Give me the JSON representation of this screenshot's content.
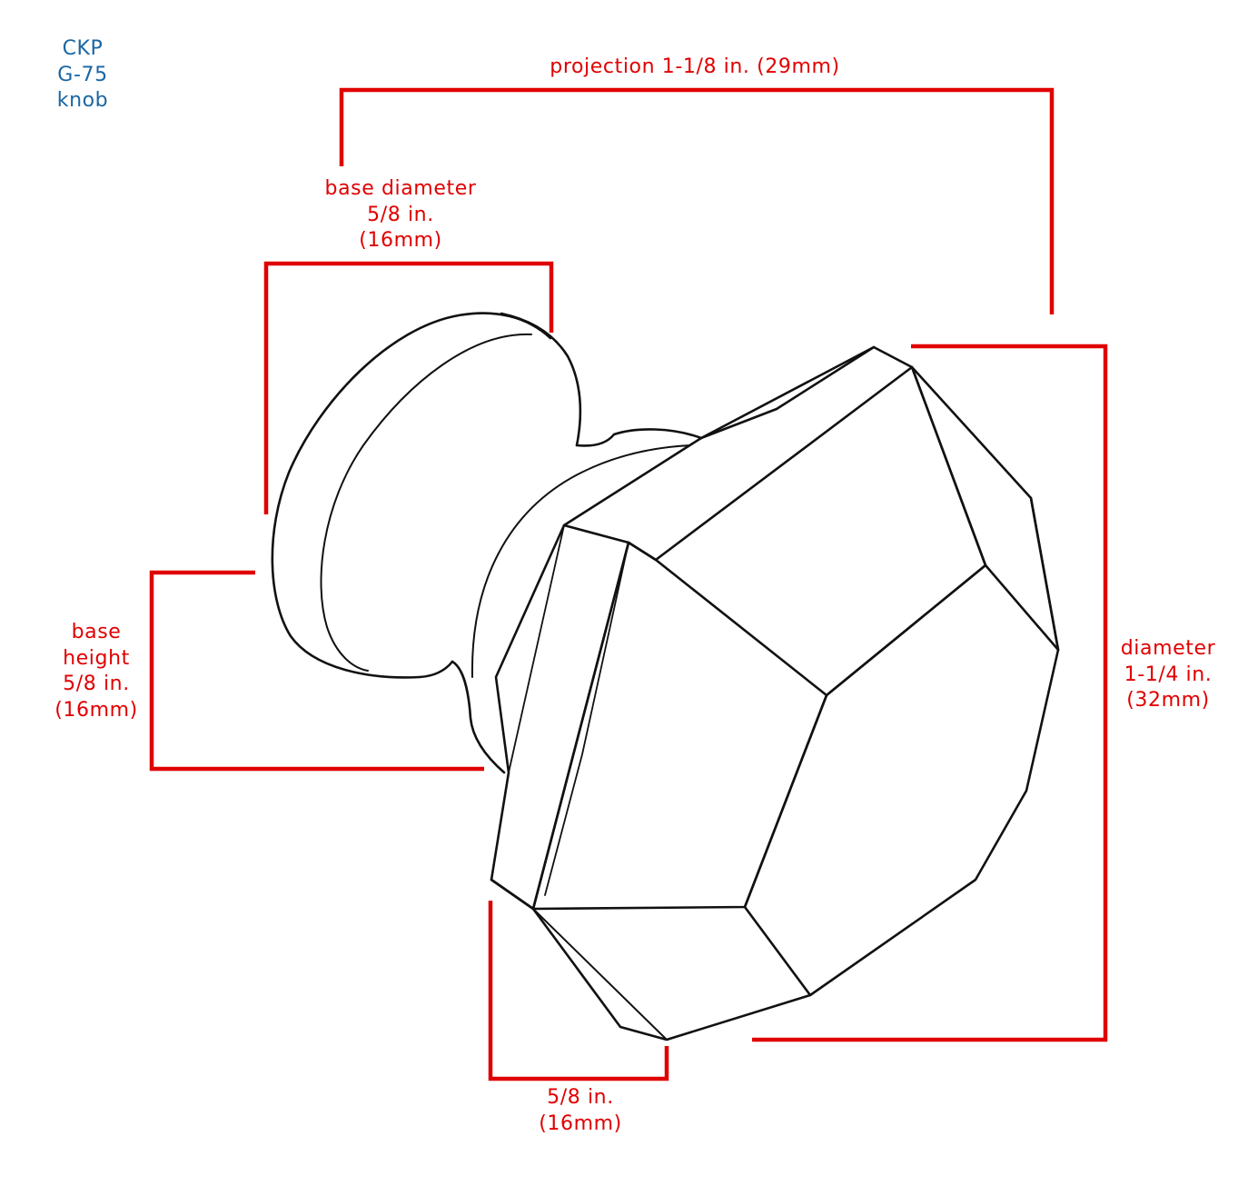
{
  "product": {
    "brand": "CKP",
    "model": "G-75",
    "type": "knob"
  },
  "dimensions": {
    "projection": "projection 1-1/8 in. (29mm)",
    "base_diameter": [
      "base diameter",
      "5/8 in.",
      "(16mm)"
    ],
    "base_height": [
      "base",
      "height",
      "5/8 in.",
      "(16mm)"
    ],
    "diameter": [
      "diameter",
      "1-1/4 in.",
      "(32mm)"
    ],
    "head_height": [
      "5/8 in.",
      "(16mm)"
    ]
  },
  "colors": {
    "dimension": "#e00000",
    "product_label": "#1a66a3",
    "outline": "#111111"
  }
}
